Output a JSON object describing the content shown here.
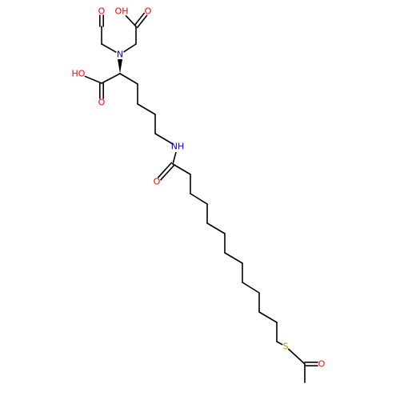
{
  "colors": {
    "bond": "#000000",
    "oxygen": "#ff0000",
    "nitrogen": "#0000ff",
    "sulfur": "#b8860b"
  },
  "atoms": [
    {
      "id": "O_top1",
      "text": "O",
      "element": "O"
    },
    {
      "id": "OH_top",
      "text": "OH",
      "element": "O"
    },
    {
      "id": "O_top2",
      "text": "O",
      "element": "O"
    },
    {
      "id": "N_amine",
      "text": "N",
      "element": "N"
    },
    {
      "id": "HO_left",
      "text": "HO",
      "element": "O"
    },
    {
      "id": "O_acid",
      "text": "O",
      "element": "O"
    },
    {
      "id": "NH_amide",
      "text": "NH",
      "element": "N"
    },
    {
      "id": "O_amide",
      "text": "O",
      "element": "O"
    },
    {
      "id": "S_thio",
      "text": "S",
      "element": "S"
    },
    {
      "id": "O_acetyl",
      "text": "O",
      "element": "O"
    }
  ]
}
